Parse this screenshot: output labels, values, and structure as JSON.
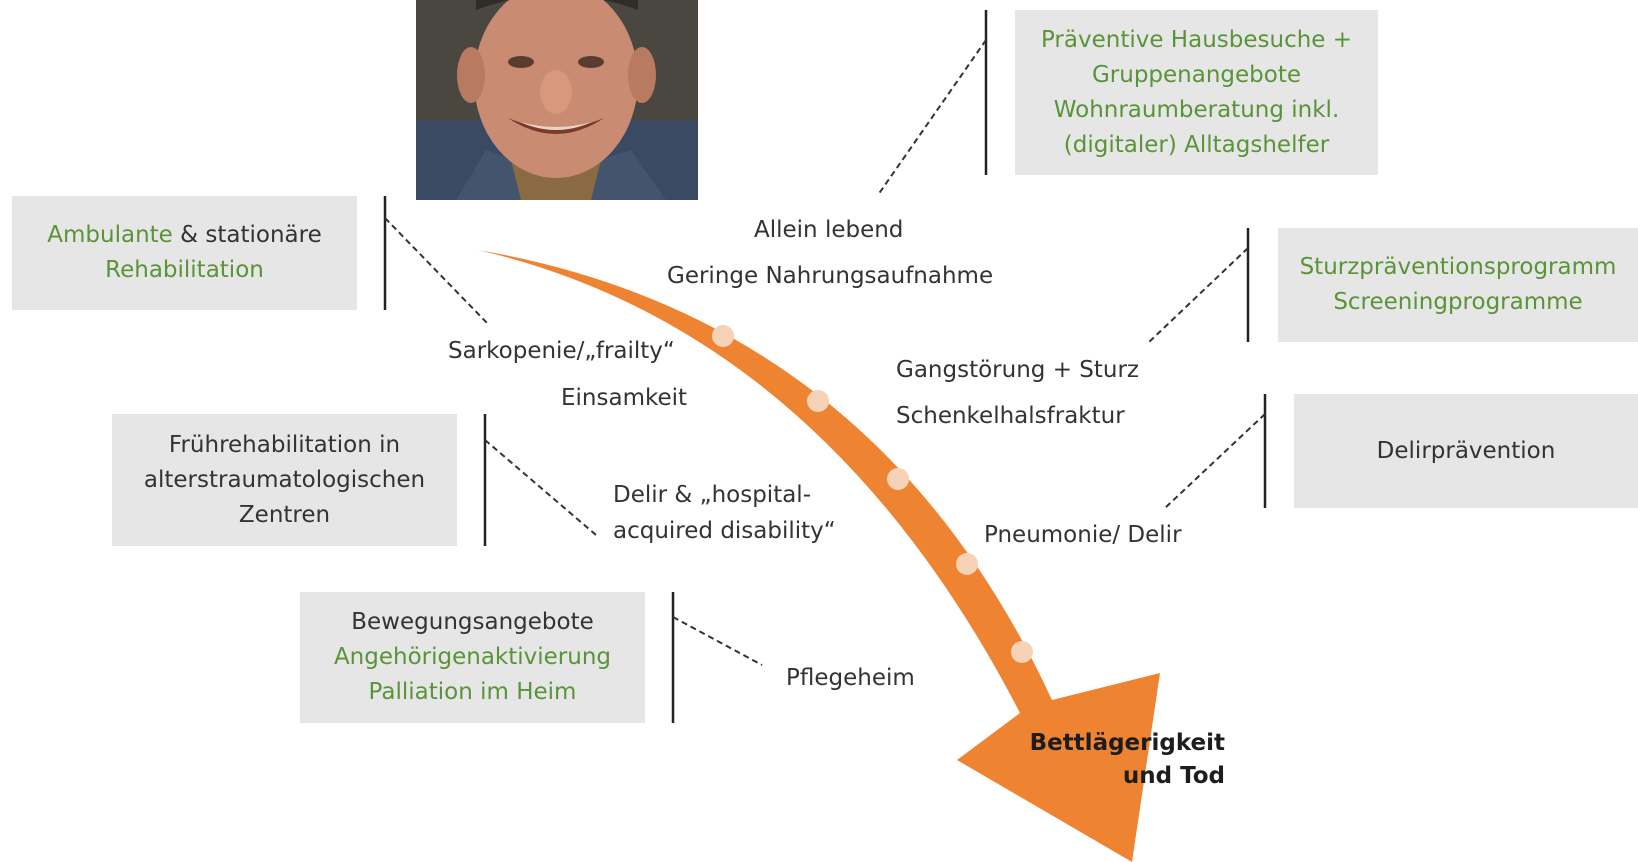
{
  "photo": {
    "alt": "smiling elderly man"
  },
  "colors": {
    "arrow": "#ee8432",
    "dots": "#f6d2b6",
    "box_bg": "#e6e6e6",
    "green_text": "#5a9438"
  },
  "interventions": {
    "praeventiv": {
      "line1": "Präventive Hausbesuche +",
      "line2": "Gruppenangebote",
      "line3": "Wohnraumberatung inkl.",
      "line4": "(digitaler) Alltagshelfer"
    },
    "reha": {
      "part1": "Ambulante",
      "part2": " & stationäre",
      "line2": "Rehabilitation"
    },
    "sturz": {
      "line1": "Sturzpräventionsprogramm",
      "line2": "Screeningprogramme"
    },
    "frueh": {
      "line1": "Frührehabilitation in",
      "line2": "alterstraumatologischen",
      "line3": "Zentren"
    },
    "delir": {
      "line1": "Delirprävention"
    },
    "bewegung": {
      "line1": "Bewegungsangebote",
      "line2": "Angehörigenaktivierung",
      "line3": "Palliation im Heim"
    }
  },
  "stages": {
    "allein": "Allein lebend",
    "nahrung": "Geringe Nahrungsaufnahme",
    "sarkopenie": "Sarkopenie/„frailty“",
    "einsamkeit": "Einsamkeit",
    "gang": "Gangstörung + Sturz",
    "schenkel": "Schenkelhalsfraktur",
    "delir1": "Delir & „hospital-",
    "delir2": "acquired disability“",
    "pneumonie": "Pneumonie/ Delir",
    "pflege": "Pflegeheim"
  },
  "end": {
    "line1": "Bettlägerigkeit",
    "line2": "und Tod"
  }
}
